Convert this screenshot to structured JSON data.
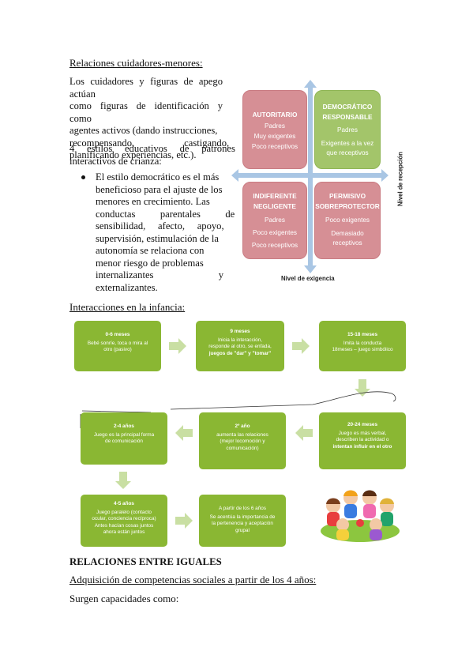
{
  "section1": {
    "heading": "Relaciones cuidadores-menores:",
    "lines": [
      "Los cuidadores y figuras de apego actúan",
      "como figuras de identificación y como",
      "agentes activos (dando instrucciones,",
      "recompensando,                    castigando,",
      "planificando experiencias, etc.)."
    ],
    "styles_line1": "4     estilos     educativos     de     patrones",
    "styles_line2": "interactivos de crianza:",
    "bullet_lines": [
      "El estilo democrático es el más",
      "beneficioso para el ajuste de los",
      "menores en crecimiento. Las",
      "conductas          parentales          de",
      "sensibilidad,     afecto,     apoyo,",
      "supervisión, estimulación de la",
      "autonomía se relaciona con",
      "menor riesgo de problemas",
      "internalizantes y externalizantes."
    ]
  },
  "quadrant_chart": {
    "y_axis_label": "Nivel de recepción",
    "x_axis_label": "Nivel de exigencia",
    "colors": {
      "pink": "#d68f95",
      "green": "#a3c56a",
      "axis": "#a9c6e4"
    },
    "quadrants": {
      "tl": {
        "title": [
          "AUTORITARIO"
        ],
        "lines": [
          "Padres",
          "Muy exigentes",
          "Poco receptivos"
        ]
      },
      "tr": {
        "title": [
          "DEMOCRÁTICO",
          "RESPONSABLE"
        ],
        "lines": [
          "Padres",
          "Exigentes a la vez",
          "que receptivos"
        ]
      },
      "bl": {
        "title": [
          "INDIFERENTE",
          "NEGLIGENTE"
        ],
        "lines": [
          "Padres",
          "Poco exigentes",
          "Poco receptivos"
        ]
      },
      "br": {
        "title": [
          "PERMISIVO",
          "SOBREPROTECTOR"
        ],
        "lines": [
          "Poco exigentes",
          "Demasiado",
          "receptivos"
        ]
      }
    }
  },
  "section2": {
    "heading": "Interacciones en la infancia:",
    "flow": {
      "b1": {
        "title": "0-6 meses",
        "body": [
          "Bebé sonríe, toca o mira al",
          "otro (pasivo)"
        ]
      },
      "b2": {
        "title": "9 meses",
        "body": [
          "Inicia la interacción,",
          "responde al otro, se enfada,",
          "juegos de \"dar\" y \"tomar\""
        ]
      },
      "b3": {
        "title": "15-18 meses",
        "body": [
          "Imita la conducta",
          "18meses – juego simbólico"
        ]
      },
      "b4": {
        "title": "20-24 meses",
        "body": [
          "Juego es más verbal,",
          "describen la actividad o",
          "intentan influir en el otro"
        ]
      },
      "b5": {
        "title": "2º año",
        "body": [
          "aumenta las relaciones",
          "(mejor locomoción y",
          "comunicación)"
        ]
      },
      "b6": {
        "title": "2-4 años",
        "body": [
          "Juego es la principal forma",
          "de comunicación"
        ]
      },
      "b7": {
        "title": "4-5 años",
        "body": [
          "Juego paralelo (contacto",
          "ocular, conciencia recíproca)",
          "Antes hacían cosas juntos",
          "ahora están juntos"
        ]
      },
      "b8": {
        "title": "A partir de los 6 años",
        "body": [
          "Se acentúa la importancia de",
          "la pertenencia y aceptación",
          "grupal"
        ]
      }
    },
    "flow_color": "#8ab733"
  },
  "section3": {
    "heading": "RELACIONES ENTRE IGUALES",
    "subheading": "Adquisición de competencias sociales a partir de los 4 años:",
    "text": "Surgen capacidades como:"
  }
}
